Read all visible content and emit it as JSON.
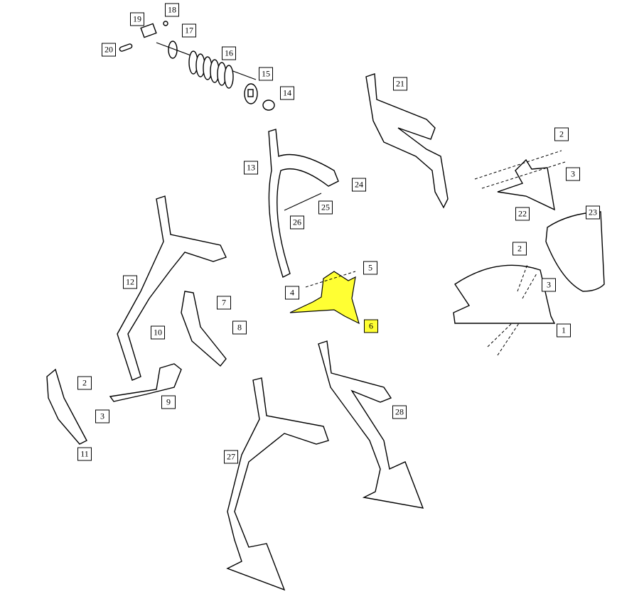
{
  "diagram": {
    "title": "Exploded parts diagram",
    "highlight_color": "#ffff33"
  },
  "callouts": [
    {
      "number": "18",
      "highlighted": false
    },
    {
      "number": "19",
      "highlighted": false
    },
    {
      "number": "17",
      "highlighted": false
    },
    {
      "number": "20",
      "highlighted": false
    },
    {
      "number": "16",
      "highlighted": false
    },
    {
      "number": "15",
      "highlighted": false
    },
    {
      "number": "14",
      "highlighted": false
    },
    {
      "number": "21",
      "highlighted": false
    },
    {
      "number": "2",
      "highlighted": false
    },
    {
      "number": "13",
      "highlighted": false
    },
    {
      "number": "3",
      "highlighted": false
    },
    {
      "number": "24",
      "highlighted": false
    },
    {
      "number": "25",
      "highlighted": false
    },
    {
      "number": "22",
      "highlighted": false
    },
    {
      "number": "23",
      "highlighted": false
    },
    {
      "number": "26",
      "highlighted": false
    },
    {
      "number": "2",
      "highlighted": false
    },
    {
      "number": "5",
      "highlighted": false
    },
    {
      "number": "12",
      "highlighted": false
    },
    {
      "number": "3",
      "highlighted": false
    },
    {
      "number": "4",
      "highlighted": false
    },
    {
      "number": "7",
      "highlighted": false
    },
    {
      "number": "6",
      "highlighted": true
    },
    {
      "number": "8",
      "highlighted": false
    },
    {
      "number": "10",
      "highlighted": false
    },
    {
      "number": "1",
      "highlighted": false
    },
    {
      "number": "9",
      "highlighted": false
    },
    {
      "number": "2",
      "highlighted": false
    },
    {
      "number": "3",
      "highlighted": false
    },
    {
      "number": "28",
      "highlighted": false
    },
    {
      "number": "11",
      "highlighted": false
    },
    {
      "number": "27",
      "highlighted": false
    }
  ]
}
